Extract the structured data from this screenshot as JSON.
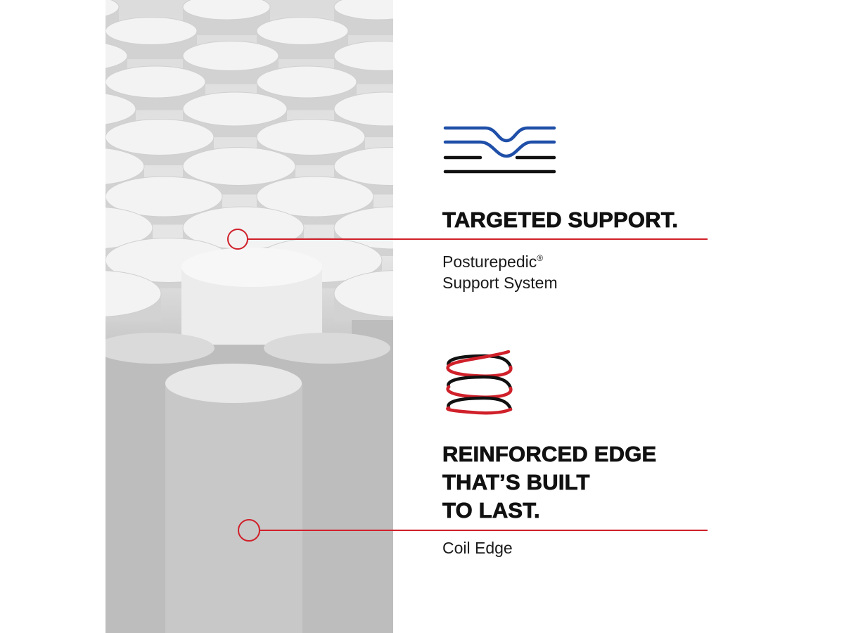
{
  "photo": {
    "subject": "pocketed-coils"
  },
  "features": [
    {
      "icon": "targeted-support-icon",
      "heading_lines": [
        "TARGETED SUPPORT."
      ],
      "subtitle_lines": [
        "Posturepedic",
        "Support System"
      ],
      "subtitle_mark": "®"
    },
    {
      "icon": "coil-spring-icon",
      "heading_lines": [
        "REINFORCED EDGE",
        "THAT’S BUILT",
        "TO LAST."
      ],
      "subtitle_lines": [
        "Coil Edge"
      ]
    }
  ],
  "colors": {
    "accent_red": "#d0202a",
    "accent_blue": "#1f4fa8",
    "text": "#111111"
  }
}
